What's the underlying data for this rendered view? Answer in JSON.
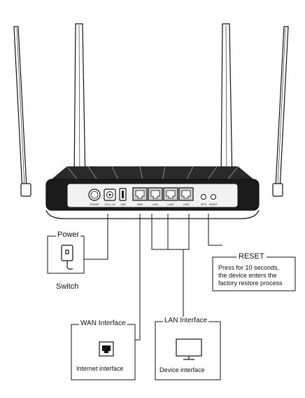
{
  "router_panel": {
    "port_labels": {
      "power": "POWER",
      "dc": "12V==1A",
      "usb": "USB",
      "wan": "WAN",
      "lan1": "LAN1",
      "lan2": "LAN2",
      "lan3": "LAN3",
      "wps": "WPS",
      "reset": "RESET"
    }
  },
  "callouts": {
    "power": {
      "title": "Power",
      "caption": "Switch"
    },
    "reset": {
      "title": "RESET",
      "description_lines": [
        "Press for 10 seconds,",
        "the device enters the",
        "factory restore process"
      ]
    },
    "wan": {
      "title": "WAN Interface",
      "caption": "Internet interface"
    },
    "lan": {
      "title": "LAN Interface",
      "caption": "Device interface"
    }
  },
  "colors": {
    "line": "#111111",
    "panel": "#1a1a1a",
    "port": "#cfcfcf",
    "background": "#ffffff"
  },
  "icons": [
    "antenna",
    "power-button",
    "dc-jack",
    "usb-port",
    "ethernet-port",
    "wps-button",
    "reset-button",
    "power-adapter",
    "ethernet-jack",
    "monitor"
  ]
}
